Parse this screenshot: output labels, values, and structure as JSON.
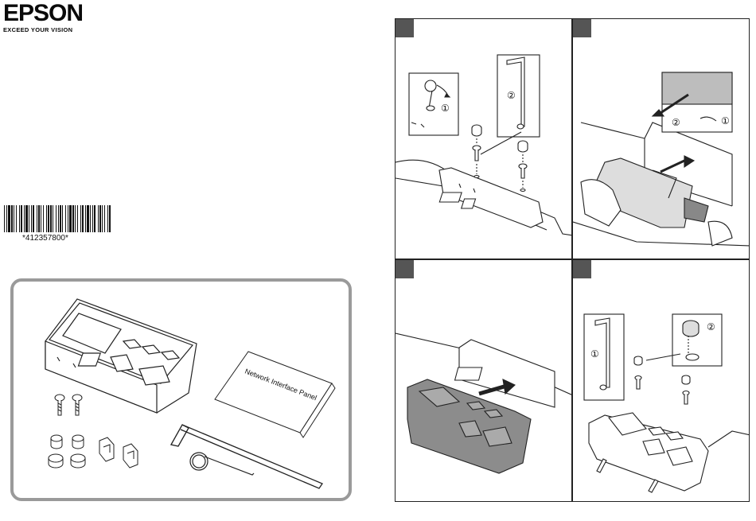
{
  "brand": {
    "name": "EPSON",
    "tagline": "EXCEED YOUR VISION"
  },
  "barcode": {
    "text": "*412357800*"
  },
  "package_contents": {
    "manual_label": "Network Interface Panel"
  },
  "steps": [
    {
      "callouts": [
        "①",
        "②"
      ]
    },
    {
      "callouts": [
        "②",
        "①"
      ]
    },
    {
      "callouts": []
    },
    {
      "callouts": [
        "①",
        "②"
      ]
    }
  ],
  "colors": {
    "border": "#9a9a9a",
    "badge": "#555555",
    "highlight_gray": "#8c8c8c"
  }
}
